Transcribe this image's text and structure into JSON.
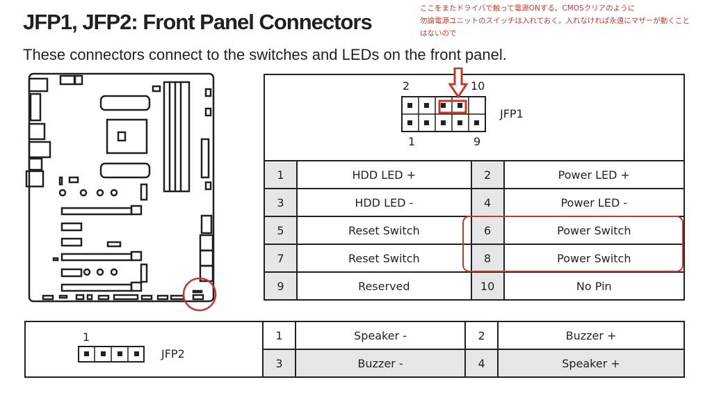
{
  "title": "JFP1, JFP2: Front Panel Connectors",
  "subtitle": "These connectors connect to the switches and LEDs on the front panel.",
  "annotation": {
    "lines": [
      "ここをまたドライバで触って電源ONする。CMOSクリアのように",
      "勿論電源ユニットのスイッチは入れておく。入れなければ永遠にマザーが動くこと",
      "はないので"
    ],
    "color": "#c0392b"
  },
  "jfp1": {
    "name": "JFP1",
    "pin_labels": {
      "top_left": "2",
      "top_right": "10",
      "bottom_left": "1",
      "bottom_right": "9"
    },
    "rows": [
      {
        "a": "1",
        "a_label": "HDD LED +",
        "b": "2",
        "b_label": "Power LED +"
      },
      {
        "a": "3",
        "a_label": "HDD LED -",
        "b": "4",
        "b_label": "Power LED -"
      },
      {
        "a": "5",
        "a_label": "Reset Switch",
        "b": "6",
        "b_label": "Power Switch"
      },
      {
        "a": "7",
        "a_label": "Reset Switch",
        "b": "8",
        "b_label": "Power Switch"
      },
      {
        "a": "9",
        "a_label": "Reserved",
        "b": "10",
        "b_label": "No Pin"
      }
    ]
  },
  "jfp2": {
    "name": "JFP2",
    "pin_label": "1",
    "rows": [
      {
        "a": "1",
        "a_label": "Speaker -",
        "b": "2",
        "b_label": "Buzzer +"
      },
      {
        "a": "3",
        "a_label": "Buzzer -",
        "b": "4",
        "b_label": "Speaker +"
      }
    ]
  }
}
